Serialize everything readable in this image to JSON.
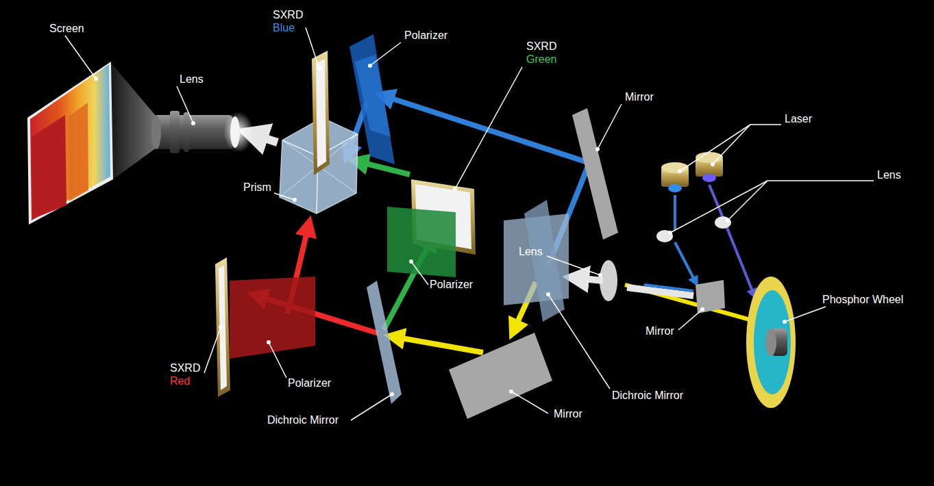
{
  "diagram": {
    "labels": [
      "Screen",
      "SXRD Blue",
      "Polarizer",
      "SXRD Green",
      "Mirror",
      "Laser",
      "Lens",
      "Lens",
      "Prism",
      "Lens",
      "Phosphor Wheel",
      "Polarizer",
      "Mirror",
      "SXRD Red",
      "Polarizer",
      "Dichroic Mirror",
      "Dichroic Mirror",
      "Mirror"
    ]
  }
}
